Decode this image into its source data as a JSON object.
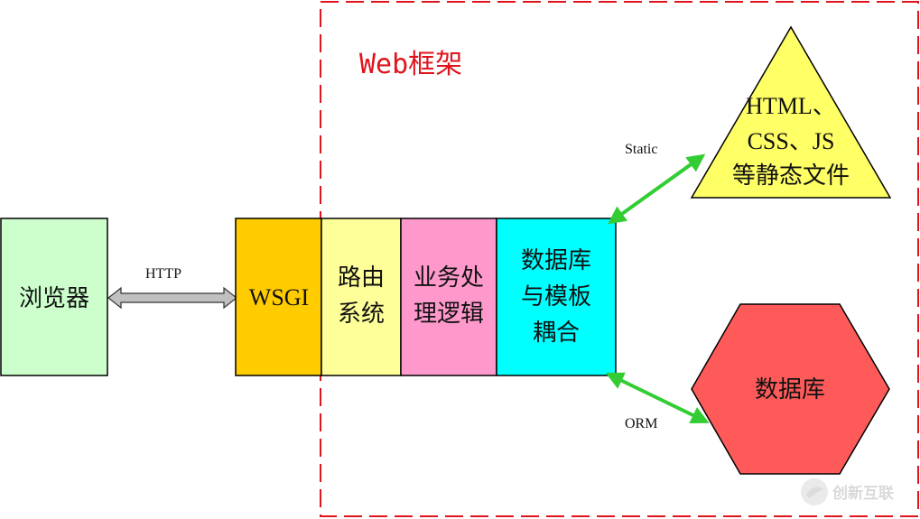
{
  "frame": {
    "title": "Web框架"
  },
  "browser": {
    "label": "浏览器"
  },
  "http": {
    "label": "HTTP"
  },
  "wsgi": {
    "label": "WSGI"
  },
  "routing": {
    "line1": "路由",
    "line2": "系统"
  },
  "business": {
    "line1": "业务处",
    "line2": "理逻辑"
  },
  "coupling": {
    "line1": "数据库",
    "line2": "与模板",
    "line3": "耦合"
  },
  "static_files": {
    "arrow_label": "Static",
    "line1": "HTML、",
    "line2": "CSS、JS",
    "line3": "等静态文件"
  },
  "database": {
    "arrow_label": "ORM",
    "label": "数据库"
  },
  "watermark": {
    "text": "创新互联"
  },
  "colors": {
    "browser_fill": "#ccffcc",
    "wsgi_fill": "#ffcc00",
    "routing_fill": "#ffff99",
    "business_fill": "#ff99cc",
    "coupling_fill": "#00ffff",
    "static_fill": "#ffff66",
    "database_fill": "#ff5a5a",
    "frame_border": "#e0141c",
    "arrow_green": "#33cc33",
    "arrow_gray": "#c0c0c0"
  }
}
